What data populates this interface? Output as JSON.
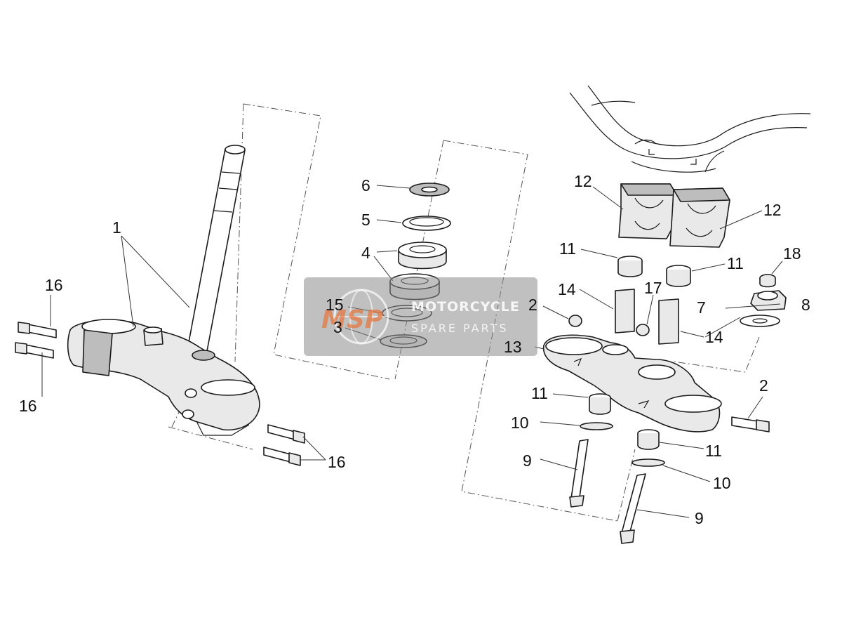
{
  "watermark": {
    "logo": "MSP",
    "title": "MOTORCYCLE",
    "subtitle": "SPARE PARTS"
  },
  "callouts": [
    {
      "id": "c1",
      "label": "1"
    },
    {
      "id": "c2a",
      "label": "2"
    },
    {
      "id": "c2b",
      "label": "2"
    },
    {
      "id": "c3",
      "label": "3"
    },
    {
      "id": "c4",
      "label": "4"
    },
    {
      "id": "c5",
      "label": "5"
    },
    {
      "id": "c6",
      "label": "6"
    },
    {
      "id": "c7",
      "label": "7"
    },
    {
      "id": "c8",
      "label": "8"
    },
    {
      "id": "c9a",
      "label": "9"
    },
    {
      "id": "c9b",
      "label": "9"
    },
    {
      "id": "c10a",
      "label": "10"
    },
    {
      "id": "c10b",
      "label": "10"
    },
    {
      "id": "c11a",
      "label": "11"
    },
    {
      "id": "c11b",
      "label": "11"
    },
    {
      "id": "c11c",
      "label": "11"
    },
    {
      "id": "c11d",
      "label": "11"
    },
    {
      "id": "c12a",
      "label": "12"
    },
    {
      "id": "c12b",
      "label": "12"
    },
    {
      "id": "c13",
      "label": "13"
    },
    {
      "id": "c14a",
      "label": "14"
    },
    {
      "id": "c14b",
      "label": "14"
    },
    {
      "id": "c15",
      "label": "15"
    },
    {
      "id": "c16a",
      "label": "16"
    },
    {
      "id": "c16b",
      "label": "16"
    },
    {
      "id": "c16c",
      "label": "16"
    },
    {
      "id": "c17",
      "label": "17"
    },
    {
      "id": "c18",
      "label": "18"
    }
  ]
}
